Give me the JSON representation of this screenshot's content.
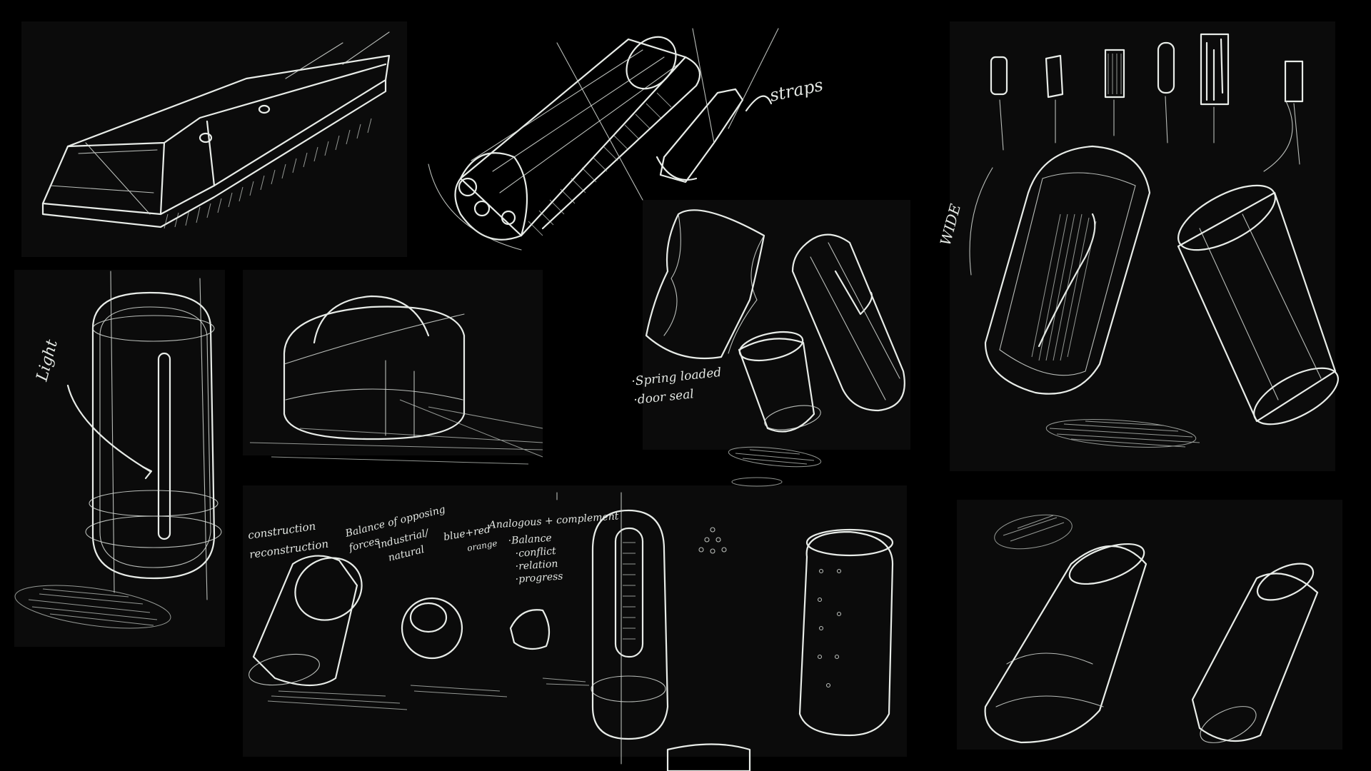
{
  "image": {
    "background_color": "#000000",
    "ink_color": "#e8ece8"
  },
  "annotations": {
    "straps": "straps",
    "light": "Light",
    "wide": "WIDE",
    "spring_loaded": "·Spring loaded",
    "door_seal": "·door seal",
    "construction": "construction",
    "reconstruction": "reconstruction",
    "balance_opposing_1": "Balance of opposing",
    "balance_opposing_2": "forces",
    "industrial": "industrial/",
    "natural": "natural",
    "blue_red": "blue+red",
    "orange": "orange",
    "analogous": "Analogous + complement",
    "balance": "·Balance",
    "conflict": "·conflict",
    "relation": "·relation",
    "progress": "·progress"
  }
}
